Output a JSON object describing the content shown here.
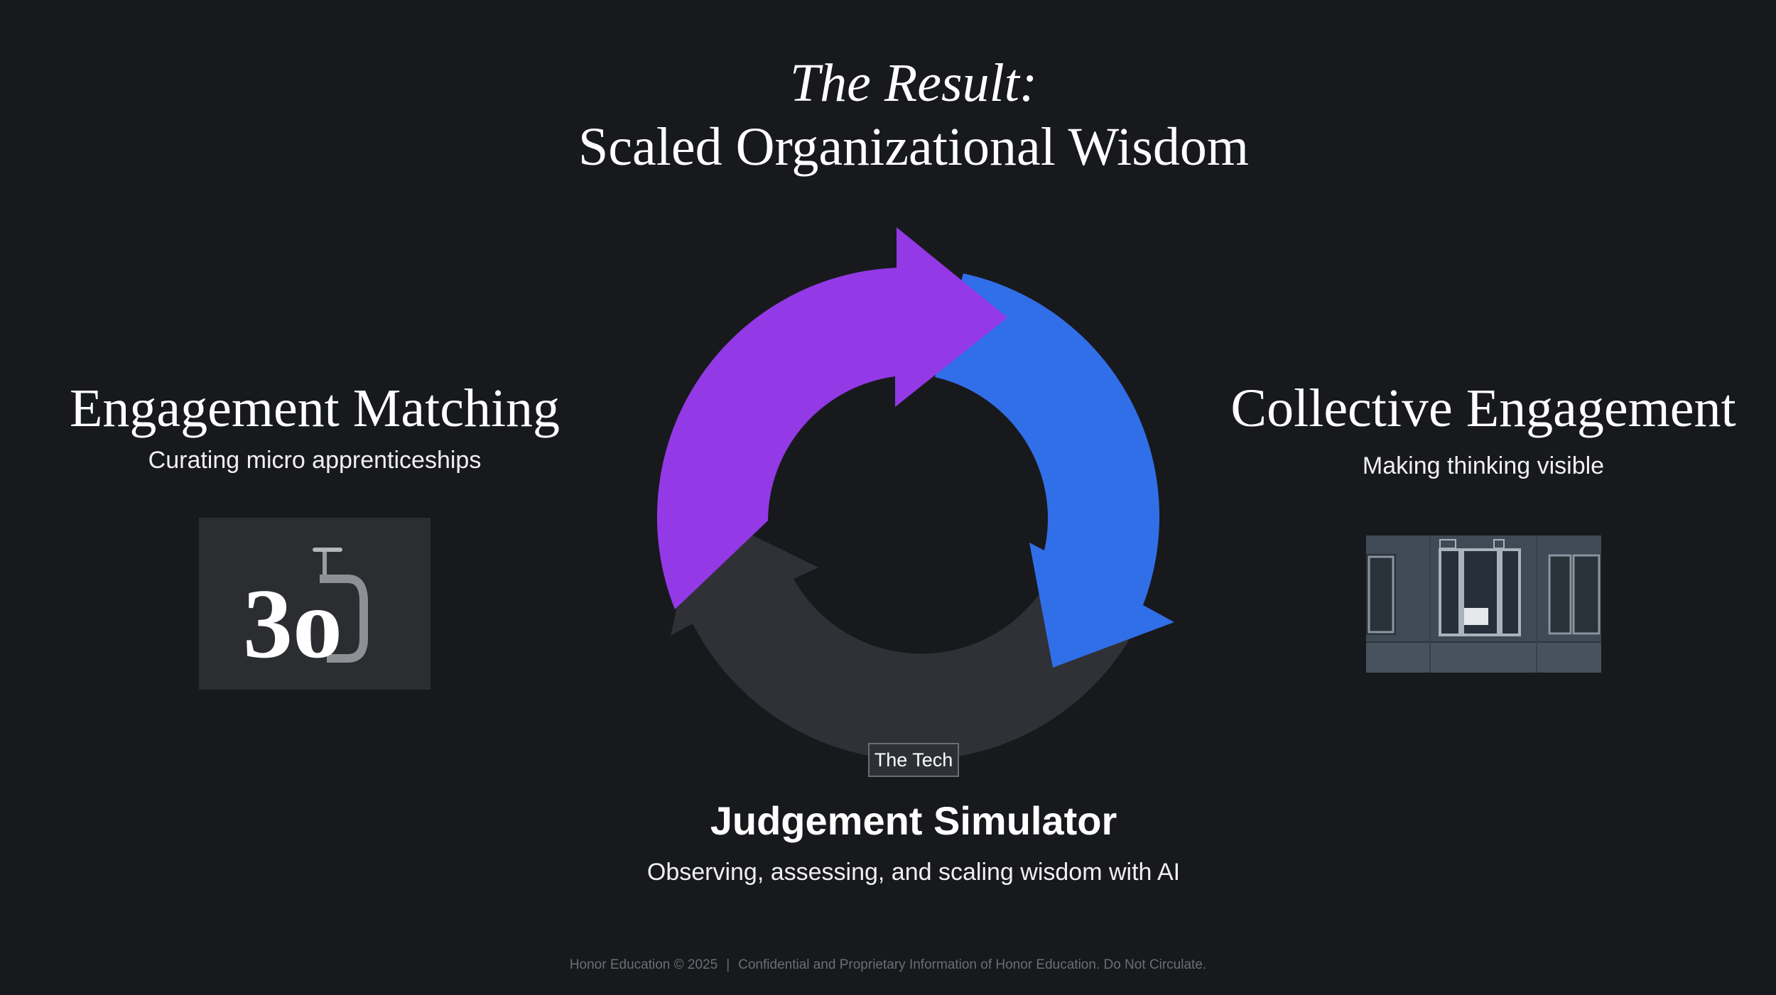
{
  "title": {
    "line1": "The Result:",
    "line2": "Scaled Organizational Wisdom"
  },
  "left_panel": {
    "heading": "Engagement Matching",
    "subtitle": "Curating micro apprenticeships",
    "logo_text": "3o"
  },
  "right_panel": {
    "heading": "Collective Engagement",
    "subtitle": "Making thinking visible"
  },
  "center": {
    "badge": "The Tech",
    "title": "Judgement Simulator",
    "subtitle": "Observing, assessing, and scaling wisdom with AI"
  },
  "cycle_colors": {
    "purple": "#9339e6",
    "blue": "#316fe8",
    "gray": "#2f3136"
  },
  "footer": {
    "left": "Honor Education © 2025",
    "separator": "|",
    "right": "Confidential and Proprietary Information of Honor Education. Do Not Circulate."
  }
}
